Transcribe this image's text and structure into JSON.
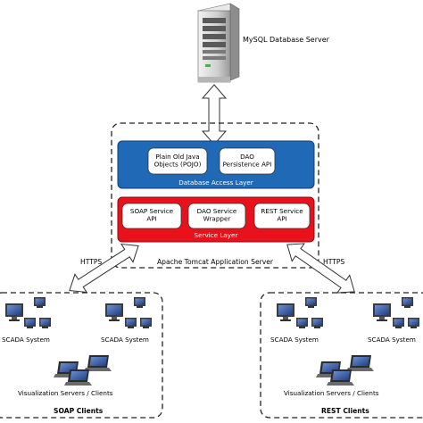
{
  "server": {
    "label": "MySQL Database Server"
  },
  "tomcat": {
    "label": "Apache Tomcat Application Server",
    "db_layer": {
      "label": "Database Access Layer",
      "boxes": [
        "Plain Old Java\nObjects (POJO)",
        "DAO\nPersistence API"
      ]
    },
    "service_layer": {
      "label": "Service Layer",
      "boxes": [
        "SOAP Service\nAPI",
        "DAO Service\nWrapper",
        "REST Service\nAPI"
      ]
    }
  },
  "links": {
    "left": "HTTPS",
    "right": "HTTPS"
  },
  "clients": {
    "soap": {
      "label": "SOAP Clients",
      "scada": [
        "SCADA System",
        "SCADA System"
      ],
      "vis": "Visualization Servers / Clients"
    },
    "rest": {
      "label": "REST Clients",
      "scada": [
        "SCADA System",
        "SCADA System"
      ],
      "vis": "Visualization Servers / Clients"
    }
  },
  "colors": {
    "db_layer": "#1f69b7",
    "service_layer": "#e8121c",
    "arrow_fill": "#ffffff",
    "arrow_stroke": "#3a3a3a",
    "screen": "#2a4f9a"
  }
}
